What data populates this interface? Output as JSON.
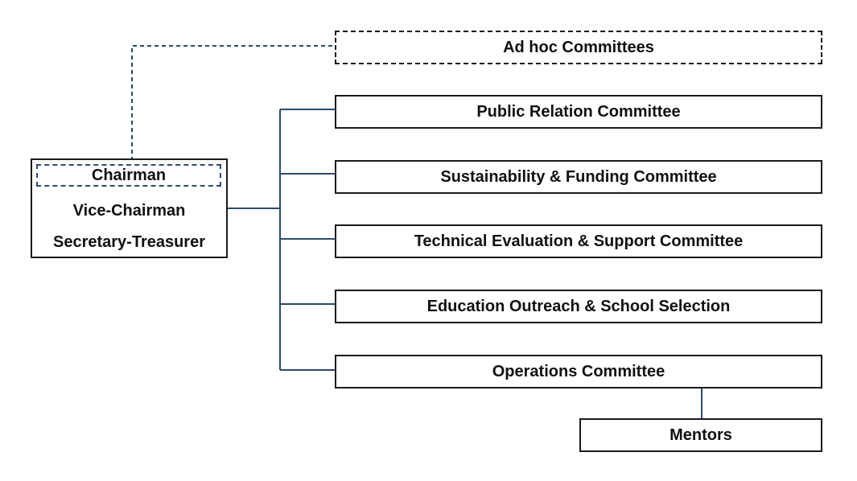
{
  "diagram": {
    "executive": {
      "chairman": "Chairman",
      "vice_chairman": "Vice-Chairman",
      "secretary_treasurer": "Secretary-Treasurer"
    },
    "adhoc": "Ad hoc Committees",
    "committees": [
      "Public Relation Committee",
      "Sustainability & Funding Committee",
      "Technical Evaluation & Support Committee",
      "Education Outreach & School Selection",
      "Operations Committee"
    ],
    "mentors": "Mentors",
    "colors": {
      "connector": "#2e4a6e",
      "border": "#1a1a1a",
      "text": "#111111"
    }
  }
}
